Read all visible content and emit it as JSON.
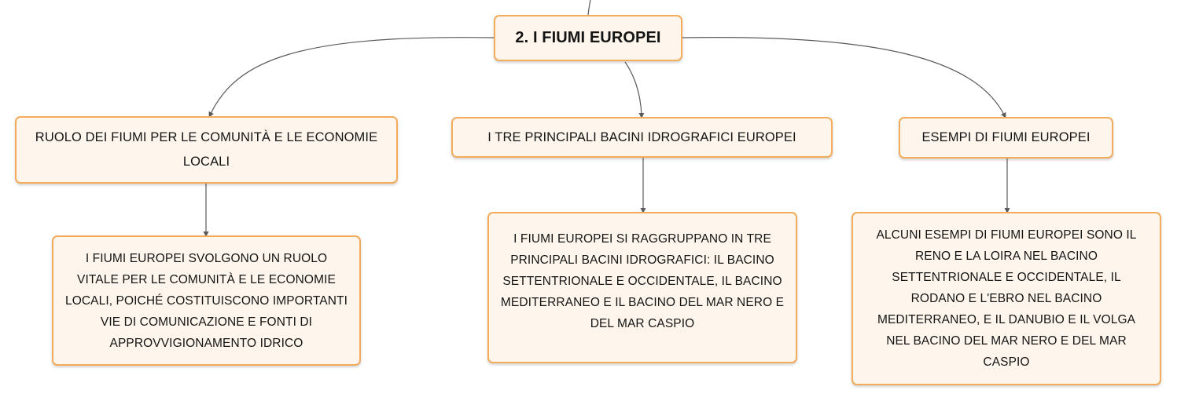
{
  "root": {
    "label": "2. I FIUMI EUROPEI"
  },
  "branches": [
    {
      "label": "RUOLO DEI FIUMI PER LE COMUNITÀ E LE ECONOMIE LOCALI",
      "detail": "I FIUMI EUROPEI SVOLGONO UN RUOLO VITALE PER LE COMUNITÀ E LE ECONOMIE LOCALI, POICHÉ COSTITUISCONO IMPORTANTI VIE DI COMUNICAZIONE E FONTI DI APPROVVIGIONAMENTO IDRICO"
    },
    {
      "label": "I TRE PRINCIPALI BACINI IDROGRAFICI EUROPEI",
      "detail": "I FIUMI EUROPEI SI RAGGRUPPANO IN TRE PRINCIPALI BACINI IDROGRAFICI: IL BACINO SETTENTRIONALE E OCCIDENTALE, IL BACINO MEDITERRANEO E IL BACINO DEL MAR NERO E DEL MAR CASPIO"
    },
    {
      "label": "ESEMPI DI FIUMI EUROPEI",
      "detail": "ALCUNI ESEMPI DI FIUMI EUROPEI SONO IL RENO E LA LOIRA NEL BACINO SETTENTRIONALE E OCCIDENTALE, IL RODANO E L'EBRO NEL BACINO MEDITERRANEO, E IL DANUBIO E IL VOLGA NEL BACINO DEL MAR NERO E DEL MAR CASPIO"
    }
  ],
  "colors": {
    "node_fill": "#fef6ec",
    "node_border": "#f2ac5c",
    "connector": "#5a5a5a"
  }
}
